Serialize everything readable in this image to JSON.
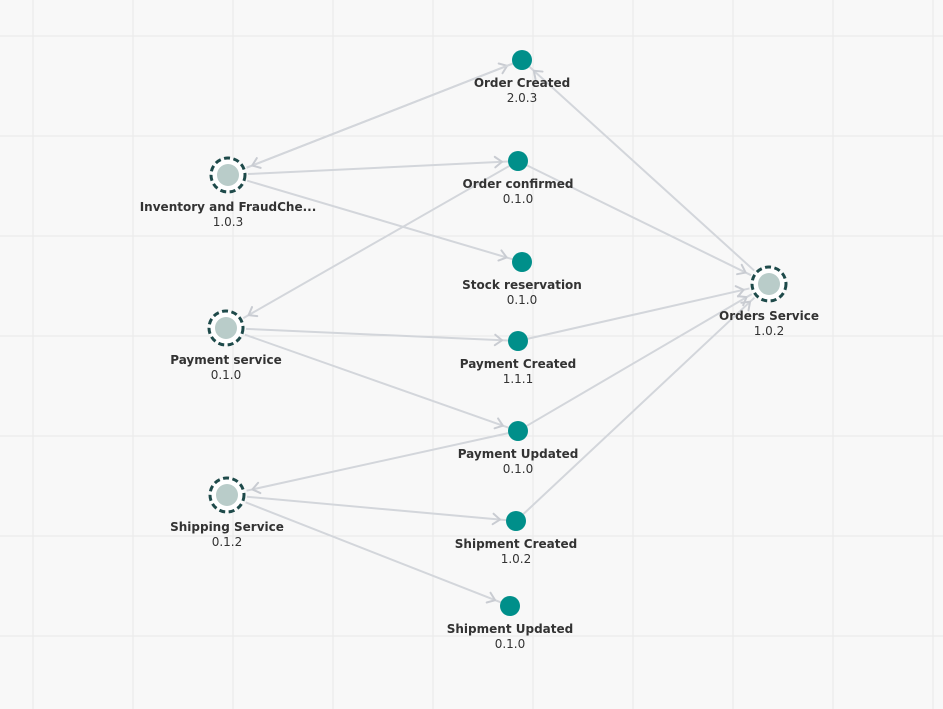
{
  "colors": {
    "background": "#f8f8f8",
    "grid": "#e9e9e9",
    "edge": "#d3d6db",
    "event_node": "#008f8a",
    "service_fill": "#b9ccc9",
    "service_ring": "#1e4a4a",
    "text": "#333333"
  },
  "diagram": {
    "services": [
      {
        "id": "inventory",
        "name": "Inventory and FraudChe...",
        "version": "1.0.3"
      },
      {
        "id": "payment",
        "name": "Payment service",
        "version": "0.1.0"
      },
      {
        "id": "shipping",
        "name": "Shipping Service",
        "version": "0.1.2"
      },
      {
        "id": "orders",
        "name": "Orders Service",
        "version": "1.0.2"
      }
    ],
    "events": [
      {
        "id": "order-created",
        "name": "Order Created",
        "version": "2.0.3"
      },
      {
        "id": "order-confirmed",
        "name": "Order confirmed",
        "version": "0.1.0"
      },
      {
        "id": "stock-reservation",
        "name": "Stock reservation",
        "version": "0.1.0"
      },
      {
        "id": "payment-created",
        "name": "Payment Created",
        "version": "1.1.1"
      },
      {
        "id": "payment-updated",
        "name": "Payment Updated",
        "version": "0.1.0"
      },
      {
        "id": "shipment-created",
        "name": "Shipment Created",
        "version": "1.0.2"
      },
      {
        "id": "shipment-updated",
        "name": "Shipment Updated",
        "version": "0.1.0"
      }
    ],
    "edges": [
      {
        "from": "inventory",
        "to": "order-created"
      },
      {
        "from": "order-created",
        "to": "inventory"
      },
      {
        "from": "inventory",
        "to": "order-confirmed"
      },
      {
        "from": "inventory",
        "to": "stock-reservation"
      },
      {
        "from": "order-confirmed",
        "to": "payment"
      },
      {
        "from": "payment",
        "to": "payment-created"
      },
      {
        "from": "payment",
        "to": "payment-updated"
      },
      {
        "from": "payment-updated",
        "to": "shipping"
      },
      {
        "from": "shipping",
        "to": "shipment-created"
      },
      {
        "from": "shipping",
        "to": "shipment-updated"
      },
      {
        "from": "orders",
        "to": "order-created"
      },
      {
        "from": "order-confirmed",
        "to": "orders"
      },
      {
        "from": "payment-created",
        "to": "orders"
      },
      {
        "from": "payment-updated",
        "to": "orders"
      },
      {
        "from": "shipment-created",
        "to": "orders"
      }
    ]
  }
}
